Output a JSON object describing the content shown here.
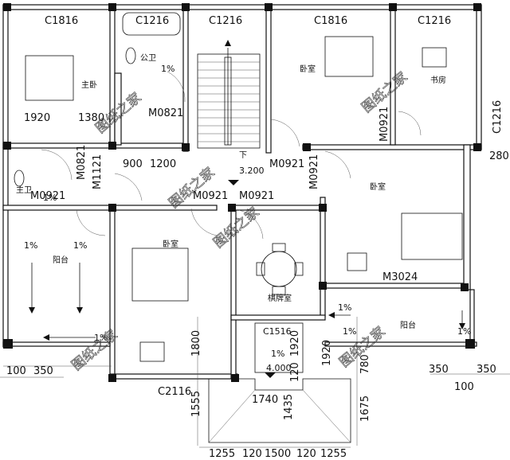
{
  "windows": {
    "c1816_a": "C1816",
    "c1216_a": "C1216",
    "c1216_b": "C1216",
    "c1816_b": "C1816",
    "c1216_c": "C1216",
    "c1216_right": "C1216",
    "c1516": "C1516",
    "c2116": "C2116"
  },
  "doors": {
    "m0821_a": "M0821",
    "m0821_b": "M0821",
    "m1121": "M1121",
    "m0921_a": "M0921",
    "m0921_b": "M0921",
    "m0921_c": "M0921",
    "m0921_d": "M0921",
    "m0921_e": "M0921",
    "m0921_f": "M0921",
    "m3024": "M3024"
  },
  "rooms": {
    "master_bedroom": "主卧",
    "public_bath": "公卫",
    "bedroom_top": "卧室",
    "study": "书房",
    "master_bath": "主卫",
    "bedroom_right": "卧室",
    "balcony_left": "阳台",
    "bedroom_center": "卧室",
    "chess_room": "棋牌室",
    "balcony_right": "阳台"
  },
  "slopes": {
    "s1": "1%",
    "s2": "1%",
    "s3": "1%",
    "s4": "1%",
    "s5": "1%",
    "s6": "1%",
    "s7": "1%",
    "s8": "1%",
    "s9": "1%"
  },
  "levels": {
    "down": "下",
    "elev1": "3.200",
    "elev2": "4.000"
  },
  "dimensions": {
    "d1920": "1920",
    "d1380": "1380",
    "d900": "900",
    "d1200": "1200",
    "d280": "280",
    "d100a": "100",
    "d350a": "350",
    "d1800": "1800",
    "d1555": "1555",
    "d1920v": "1920",
    "d120v": "120",
    "d1435": "1435",
    "d1740": "1740",
    "d1920r": "1920",
    "d780": "780",
    "d1675": "1675",
    "d350b": "350",
    "d350c": "350",
    "d100b": "100",
    "b1255a": "1255",
    "b120a": "120",
    "b1500": "1500",
    "b120b": "120",
    "b1255b": "1255"
  },
  "watermarks": {
    "w1": "图纸之家",
    "w2": "图纸之家",
    "w3": "图纸之家",
    "w4": "图纸之家",
    "w5": "图纸之家",
    "w6": "图纸之家"
  }
}
